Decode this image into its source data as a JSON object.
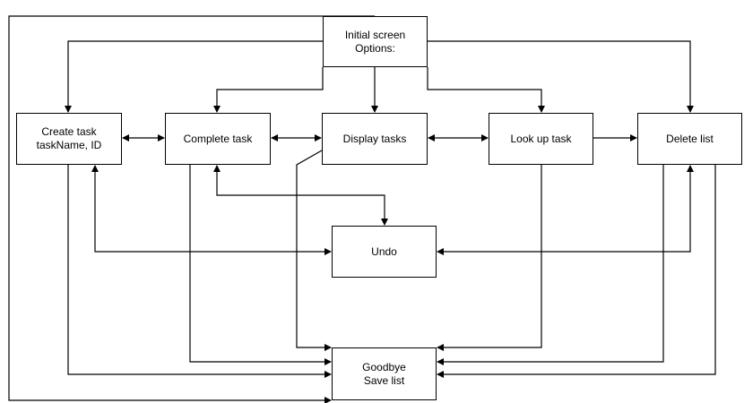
{
  "diagram": {
    "nodes": {
      "initial": {
        "line1": "Initial screen",
        "line2": "Options:"
      },
      "create": {
        "line1": "Create task",
        "line2": "taskName, ID"
      },
      "complete": {
        "line1": "Complete task"
      },
      "display": {
        "line1": "Display tasks"
      },
      "lookup": {
        "line1": "Look up task"
      },
      "delete": {
        "line1": "Delete list"
      },
      "undo": {
        "line1": "Undo"
      },
      "goodbye": {
        "line1": "Goodbye",
        "line2": "Save list"
      }
    },
    "edges": [
      {
        "from": "initial",
        "to": "create"
      },
      {
        "from": "initial",
        "to": "complete"
      },
      {
        "from": "initial",
        "to": "display"
      },
      {
        "from": "initial",
        "to": "lookup"
      },
      {
        "from": "initial",
        "to": "delete"
      },
      {
        "from": "create",
        "to": "complete",
        "bidirectional": true
      },
      {
        "from": "complete",
        "to": "display",
        "bidirectional": true
      },
      {
        "from": "display",
        "to": "lookup",
        "bidirectional": true
      },
      {
        "from": "lookup",
        "to": "delete"
      },
      {
        "from": "create",
        "to": "undo",
        "bidirectional": true
      },
      {
        "from": "complete",
        "to": "undo",
        "bidirectional": true
      },
      {
        "from": "delete",
        "to": "undo",
        "bidirectional": true
      },
      {
        "from": "create",
        "to": "goodbye"
      },
      {
        "from": "complete",
        "to": "goodbye"
      },
      {
        "from": "display",
        "to": "goodbye"
      },
      {
        "from": "lookup",
        "to": "goodbye"
      },
      {
        "from": "delete",
        "to": "goodbye"
      },
      {
        "from": "initial",
        "to": "goodbye"
      }
    ],
    "colors": {
      "line": "#000000",
      "box_fill": "#ffffff",
      "background": "#ffffff"
    }
  }
}
